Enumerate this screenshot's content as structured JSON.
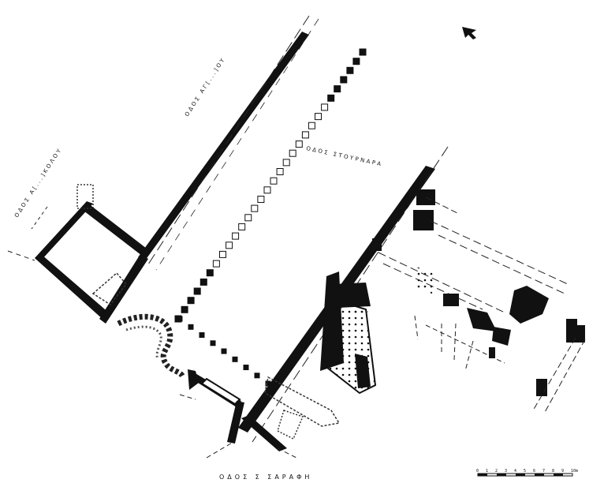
{
  "map": {
    "labels": {
      "street_stournara": "ΟΔΟΣ ΣΤΟΥΡΝΑΡΑ",
      "street_bottom": "ΟΔΟΣ Σ ΣΑΡΑΦΗ",
      "street_left": "ΟΔΟΣ Α[...]ΚΟΛΟΥ",
      "street_upper": "ΟΔΟΣ ΑΓ[...]ΟΥ"
    },
    "scale_bar": {
      "tick_labels": [
        "0",
        "1",
        "2",
        "3",
        "4",
        "5",
        "6",
        "7",
        "8",
        "9",
        "10m"
      ]
    },
    "north_arrow": "north-arrow",
    "colors": {
      "wall": "#111111",
      "line": "#222222",
      "paper": "#ffffff"
    }
  }
}
